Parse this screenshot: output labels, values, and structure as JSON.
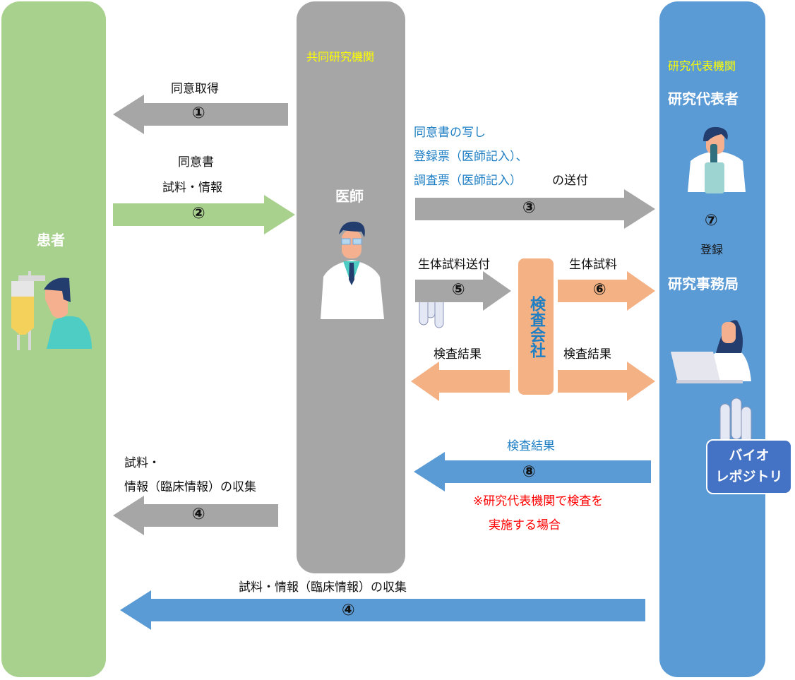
{
  "columns": {
    "patient": {
      "title": "患者",
      "color": "#a9d18e"
    },
    "collaborating": {
      "org": "共同研究機関",
      "title": "医師",
      "color": "#a6a6a6"
    },
    "lead": {
      "org": "研究代表機関",
      "title": "研究代表者",
      "office": "研究事務局",
      "register_step": "⑦",
      "register_label": "登録",
      "color": "#5b9bd5"
    }
  },
  "lab_company": {
    "label": "検査会社",
    "color": "#f4b183"
  },
  "biorepository": {
    "line1": "バイオ",
    "line2": "レポジトリ",
    "color": "#4472c4"
  },
  "flows": [
    {
      "step": "①",
      "label": "同意取得",
      "direction": "to-patient",
      "color": "#a6a6a6"
    },
    {
      "step": "②",
      "label_lines": [
        "同意書",
        "試料・情報"
      ],
      "direction": "to-doctor",
      "color": "#a9d18e"
    },
    {
      "step": "③",
      "label_lines": [
        "同意書の写し",
        "登録票（医師記入）、",
        "調査票（医師記入）",
        "の送付"
      ],
      "direction": "to-lead",
      "color": "#a6a6a6"
    },
    {
      "step": "④",
      "label_lines": [
        "試料・",
        "情報（臨床情報）の収集"
      ],
      "direction": "to-patient",
      "color": "#a6a6a6"
    },
    {
      "step": "⑤",
      "label": "生体試料送付",
      "direction": "to-lab",
      "color": "#a6a6a6"
    },
    {
      "step": "⑥",
      "label": "生体試料",
      "direction": "to-lead",
      "color": "#f4b183"
    },
    {
      "step": "",
      "label": "検査結果",
      "direction": "to-doctor",
      "color": "#f4b183"
    },
    {
      "step": "",
      "label": "検査結果",
      "direction": "to-lead",
      "color": "#f4b183"
    },
    {
      "step": "⑧",
      "label": "検査結果",
      "note_lines": [
        "※研究代表機関で検査を",
        "実施する場合"
      ],
      "direction": "to-doctor",
      "color": "#5b9bd5"
    },
    {
      "step": "④",
      "label": "試料・情報（臨床情報）の収集",
      "direction": "to-patient",
      "color": "#5b9bd5"
    }
  ]
}
